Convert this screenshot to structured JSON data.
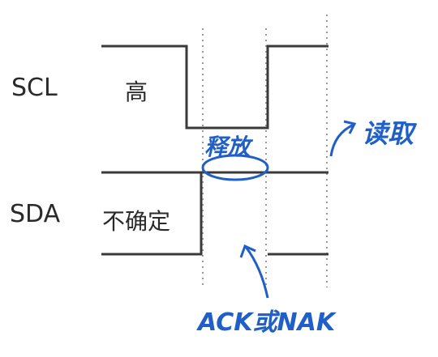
{
  "signals": {
    "scl": "SCL",
    "sda": "SDA"
  },
  "states": {
    "scl_high": "高",
    "sda_undetermined": "不确定"
  },
  "annotations": {
    "release": "释放",
    "read": "读取",
    "ack_nak": "ACK或NAK"
  },
  "colors": {
    "waveform": "#3a3a3a",
    "guide": "#9a9a9a",
    "annotation": "#1f5fc7"
  }
}
